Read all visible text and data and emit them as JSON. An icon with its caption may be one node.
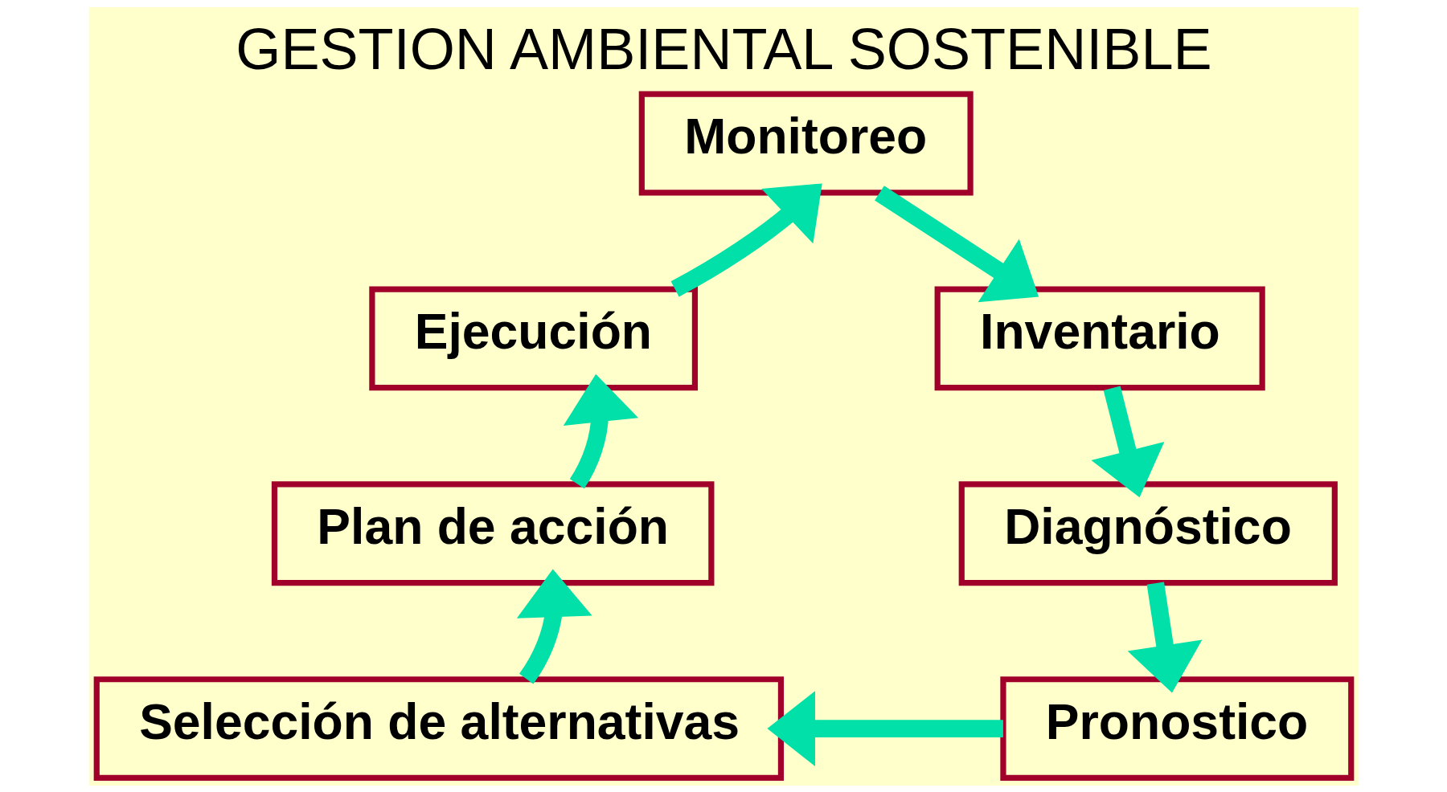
{
  "diagram": {
    "title": "GESTION AMBIENTAL SOSTENIBLE",
    "nodes": [
      {
        "text": [
          "Monitoreo"
        ]
      },
      {
        "text": [
          "Inventario"
        ]
      },
      {
        "text": [
          "Diagnóstico"
        ]
      },
      {
        "text": [
          "Pronostico"
        ]
      },
      {
        "text": [
          "Selección de alternativas"
        ]
      },
      {
        "text": [
          "Plan de acción"
        ]
      },
      {
        "text": [
          "Ejecución"
        ]
      }
    ],
    "edges": [
      {
        "from": 0,
        "to": 1,
        "arrow": "to"
      },
      {
        "from": 1,
        "to": 2,
        "arrow": "to"
      },
      {
        "from": 2,
        "to": 3,
        "arrow": "to"
      },
      {
        "from": 3,
        "to": 4,
        "arrow": "to"
      },
      {
        "from": 4,
        "to": 5,
        "arrow": "to"
      },
      {
        "from": 5,
        "to": 6,
        "arrow": "to"
      },
      {
        "from": 6,
        "to": 0,
        "arrow": "to"
      }
    ]
  }
}
